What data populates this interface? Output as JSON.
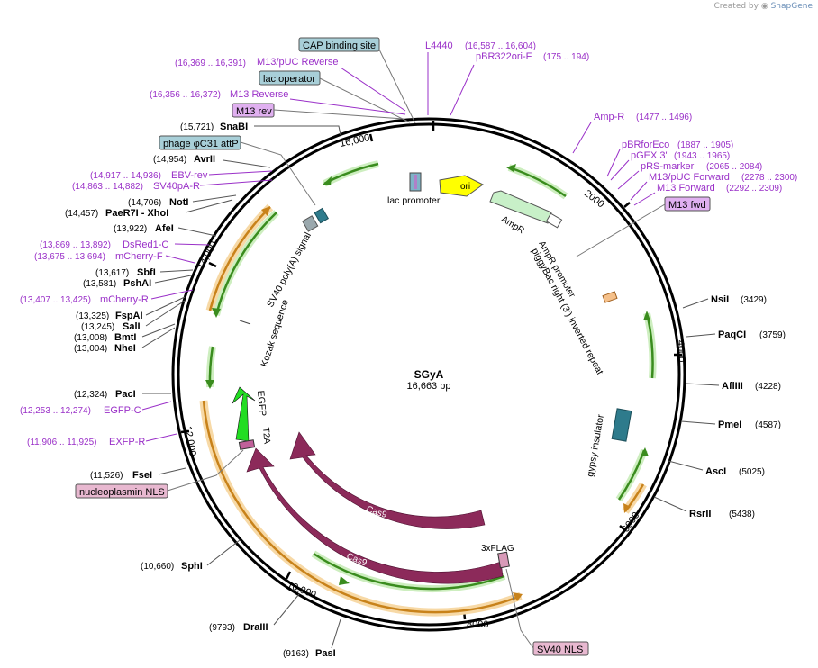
{
  "credit": {
    "prefix": "Created by",
    "brand": "SnapGene"
  },
  "plasmid": {
    "name": "SGyA",
    "length": "16,663 bp"
  },
  "colors": {
    "primer": "#9a30c8",
    "feature_green": "#3a8c1e",
    "feature_orange": "#e8a23a",
    "cas9": "#8c2a5a",
    "egfp": "#22dd22",
    "ori": "#ffff00",
    "ampr": "#c8f0c8",
    "gypsy": "#2e7b8c",
    "box_blue": "#a8cfd8",
    "box_pink": "#e8b8d0",
    "box_primer": "#e0b0f0"
  },
  "ticks": [
    "16,000",
    "2000",
    "4000",
    "6000",
    "8000",
    "10,000",
    "12,000",
    "14,000"
  ],
  "top_labels": [
    {
      "text": "CAP binding site",
      "kind": "box-blue"
    },
    {
      "text": "L4440",
      "kind": "primer"
    },
    {
      "text": "(16,587 .. 16,604)",
      "kind": "primer-coord"
    },
    {
      "text": "pBR322ori-F",
      "kind": "primer"
    },
    {
      "text": "(175 .. 194)",
      "kind": "primer-coord"
    },
    {
      "text": "(16,369 .. 16,391)",
      "kind": "primer-coord"
    },
    {
      "text": "M13/pUC Reverse",
      "kind": "primer"
    },
    {
      "text": "lac operator",
      "kind": "box-blue"
    },
    {
      "text": "(16,356 .. 16,372)",
      "kind": "primer-coord"
    },
    {
      "text": "M13 Reverse",
      "kind": "primer"
    },
    {
      "text": "M13 rev",
      "kind": "box-primer"
    }
  ],
  "left_sites": [
    {
      "coord": "(15,721)",
      "name": "SnaBI",
      "kind": "enzyme"
    },
    {
      "coord": "",
      "name": "phage φC31 attP",
      "kind": "box-blue"
    },
    {
      "coord": "(14,954)",
      "name": "AvrII",
      "kind": "enzyme"
    },
    {
      "coord": "(14,917 .. 14,936)",
      "name": "EBV-rev",
      "kind": "primer"
    },
    {
      "coord": "(14,863 .. 14,882)",
      "name": "SV40pA-R",
      "kind": "primer"
    },
    {
      "coord": "(14,706)",
      "name": "NotI",
      "kind": "enzyme"
    },
    {
      "coord": "(14,457)",
      "name": "PaeR7I - XhoI",
      "kind": "enzyme"
    },
    {
      "coord": "(13,922)",
      "name": "AfeI",
      "kind": "enzyme"
    },
    {
      "coord": "(13,869 .. 13,892)",
      "name": "DsRed1-C",
      "kind": "primer"
    },
    {
      "coord": "(13,675 .. 13,694)",
      "name": "mCherry-F",
      "kind": "primer"
    },
    {
      "coord": "(13,617)",
      "name": "SbfI",
      "kind": "enzyme"
    },
    {
      "coord": "(13,581)",
      "name": "PshAI",
      "kind": "enzyme"
    },
    {
      "coord": "(13,407 .. 13,425)",
      "name": "mCherry-R",
      "kind": "primer"
    },
    {
      "coord": "(13,325)",
      "name": "FspAI",
      "kind": "enzyme"
    },
    {
      "coord": "(13,245)",
      "name": "SalI",
      "kind": "enzyme"
    },
    {
      "coord": "(13,008)",
      "name": "BmtI",
      "kind": "enzyme"
    },
    {
      "coord": "(13,004)",
      "name": "NheI",
      "kind": "enzyme"
    },
    {
      "coord": "(12,324)",
      "name": "PacI",
      "kind": "enzyme"
    },
    {
      "coord": "(12,253 .. 12,274)",
      "name": "EGFP-C",
      "kind": "primer"
    },
    {
      "coord": "(11,906 .. 11,925)",
      "name": "EXFP-R",
      "kind": "primer"
    },
    {
      "coord": "(11,526)",
      "name": "FseI",
      "kind": "enzyme"
    },
    {
      "coord": "",
      "name": "nucleoplasmin NLS",
      "kind": "box-pink"
    },
    {
      "coord": "(10,660)",
      "name": "SphI",
      "kind": "enzyme"
    },
    {
      "coord": "(9793)",
      "name": "DraIII",
      "kind": "enzyme"
    },
    {
      "coord": "(9163)",
      "name": "PasI",
      "kind": "enzyme"
    }
  ],
  "right_sites": [
    {
      "name": "Amp-R",
      "coord": "(1477 .. 1496)",
      "kind": "primer"
    },
    {
      "name": "pBRforEco",
      "coord": "(1887 .. 1905)",
      "kind": "primer"
    },
    {
      "name": "pGEX 3'",
      "coord": "(1943 .. 1965)",
      "kind": "primer"
    },
    {
      "name": "pRS-marker",
      "coord": "(2065 .. 2084)",
      "kind": "primer"
    },
    {
      "name": "M13/pUC Forward",
      "coord": "(2278 .. 2300)",
      "kind": "primer"
    },
    {
      "name": "M13 Forward",
      "coord": "(2292 .. 2309)",
      "kind": "primer"
    },
    {
      "name": "M13 fwd",
      "coord": "",
      "kind": "box-primer"
    },
    {
      "name": "NsiI",
      "coord": "(3429)",
      "kind": "enzyme"
    },
    {
      "name": "PaqCI",
      "coord": "(3759)",
      "kind": "enzyme"
    },
    {
      "name": "AflIII",
      "coord": "(4228)",
      "kind": "enzyme"
    },
    {
      "name": "PmeI",
      "coord": "(4587)",
      "kind": "enzyme"
    },
    {
      "name": "AscI",
      "coord": "(5025)",
      "kind": "enzyme"
    },
    {
      "name": "RsrII",
      "coord": "(5438)",
      "kind": "enzyme"
    },
    {
      "name": "SV40 NLS",
      "coord": "",
      "kind": "box-pink"
    }
  ],
  "features": [
    {
      "name": "lac promoter"
    },
    {
      "name": "ori"
    },
    {
      "name": "AmpR"
    },
    {
      "name": "AmpR promoter"
    },
    {
      "name": "piggyBac right (3') inverted repeat"
    },
    {
      "name": "gypsy insulator"
    },
    {
      "name": "SV40 poly(A) signal"
    },
    {
      "name": "Kozak sequence"
    },
    {
      "name": "EGFP"
    },
    {
      "name": "T2A"
    },
    {
      "name": "Cas9"
    },
    {
      "name": "Cas9"
    },
    {
      "name": "3xFLAG"
    }
  ]
}
